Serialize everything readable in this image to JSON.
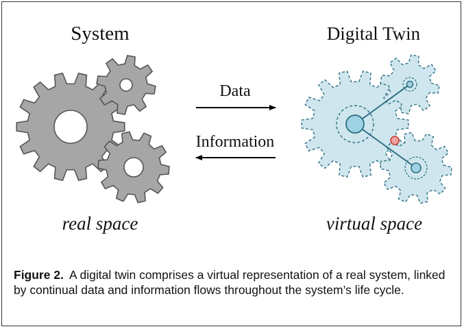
{
  "diagram": {
    "left_title": "System",
    "right_title": "Digital Twin",
    "left_label": "real space",
    "right_label": "virtual space",
    "arrow_right_label": "Data",
    "arrow_left_label": "Information"
  },
  "caption": {
    "label": "Figure 2.",
    "text": "A digital twin comprises a virtual representation of a real system, linked by continual data and information flows throughout the system’s life cycle."
  },
  "colors": {
    "real_gear_fill": "#a6a6a6",
    "real_gear_stroke": "#555555",
    "twin_gear_fill": "#cfe6ee",
    "twin_gear_stroke": "#2c6f80",
    "twin_node_fill": "#9fd2e2",
    "highlight_node_fill": "#f0a0a0",
    "highlight_node_stroke": "#c0392b"
  }
}
